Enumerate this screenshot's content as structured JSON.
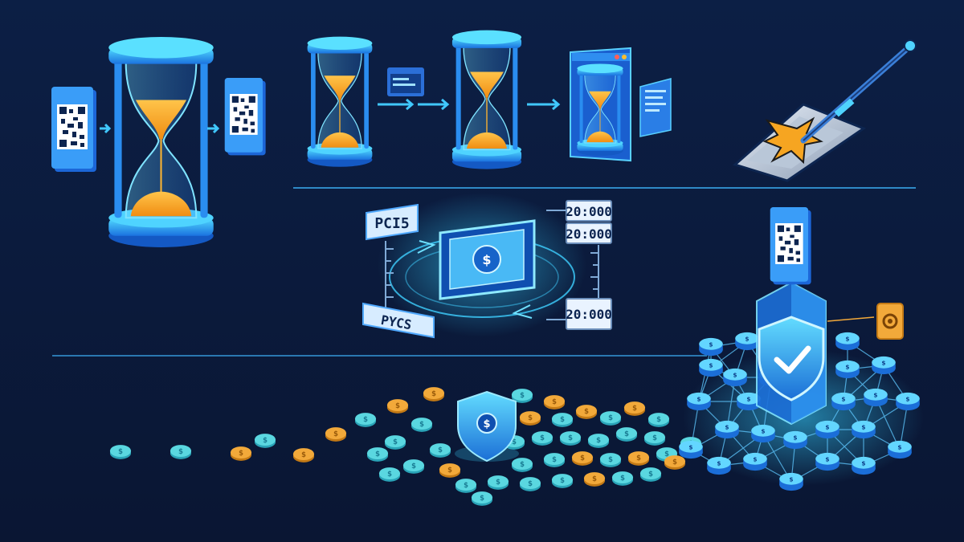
{
  "colors": {
    "background": "#0b1a3a",
    "accent_cyan": "#39c9f5",
    "accent_blue": "#1f7ae6",
    "sand_orange": "#f4a423",
    "coin_teal": "#5ad7e0",
    "coin_gold": "#f2a93a",
    "label_bg": "#d7ecff"
  },
  "labels": {
    "tag_top": "PCI5",
    "tag_bottom": "PYCS",
    "time_1": "20:000",
    "time_2": "20:000",
    "time_3": "20:000",
    "currency_symbol": "$"
  },
  "icons": {
    "hourglass": "hourglass-icon",
    "qr_code": "qr-code-icon",
    "sword": "sword-icon",
    "shield": "shield-check-icon",
    "coin": "dollar-coin-icon",
    "banknote": "banknote-icon",
    "gear": "gear-icon"
  }
}
